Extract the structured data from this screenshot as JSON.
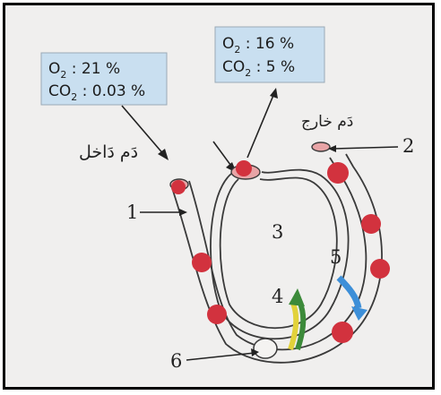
{
  "left_box": {
    "line1_prefix": "O",
    "line1_sub": "2",
    "line1_value": " : 21 %",
    "line2_prefix": "CO",
    "line2_sub": "2",
    "line2_value": " : 0.03 %"
  },
  "right_box": {
    "line1_prefix": "O",
    "line1_sub": "2",
    "line1_value": " : 16 %",
    "line2_prefix": "CO",
    "line2_sub": "2",
    "line2_value": " : 5 %"
  },
  "labels": {
    "blood_in": "دَم دَاخل",
    "blood_out": "دَم خارج",
    "n1": "1",
    "n2": "2",
    "n3": "3",
    "n4": "4",
    "n5": "5",
    "n6": "6"
  },
  "colors": {
    "box_fill": "#c9dff0",
    "vessel": "#3a3a3a",
    "blood_cell": "#d2323e",
    "arrow_green": "#3c8a3a",
    "arrow_yellow": "#e2d23a",
    "arrow_blue": "#3d8fd8"
  }
}
